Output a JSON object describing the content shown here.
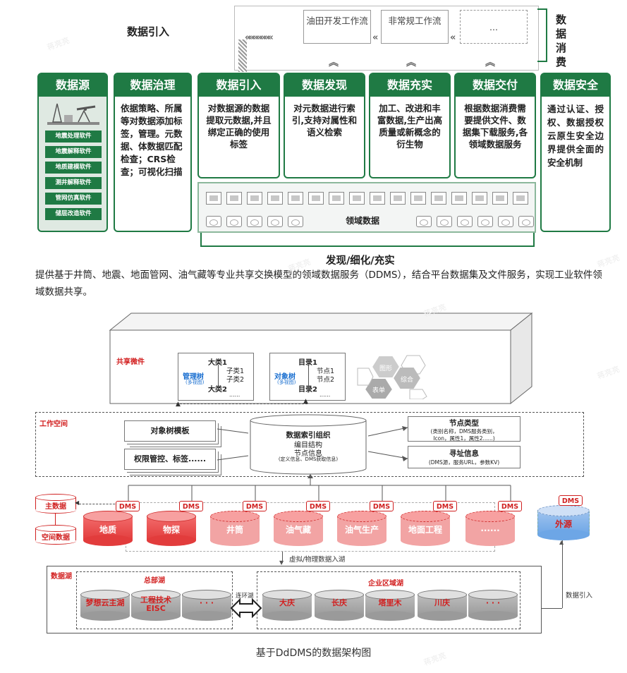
{
  "top": {
    "label_top": "数据引入",
    "label_consume": "数据消费",
    "label_bottom": "发现/细化/充实",
    "flows": [
      "油田开发工作流",
      "非常规工作流",
      "..."
    ],
    "source": {
      "title": "数据源",
      "items": [
        "地震处理软件",
        "地震解释软件",
        "地质建模软件",
        "测井解释软件",
        "管网仿真软件",
        "储层改造软件"
      ]
    },
    "pillars": [
      {
        "title": "数据治理",
        "text": "依据策略、所属等对数据添加标签，管理。元数据、体数据匹配检查；CRS检查；可视化扫描"
      },
      {
        "title": "数据引入",
        "text": "对数据源的数据提取元数据,并且绑定正确的使用标签"
      },
      {
        "title": "数据发现",
        "text": "对元数据进行索引,支持对属性和语义检索"
      },
      {
        "title": "数据充实",
        "text": "加工、改进和丰富数据,生产出高质量或新概念的衍生物"
      },
      {
        "title": "数据交付",
        "text": "根据数据消费需要提供文件、数据集下载服务,各领域数据服务"
      },
      {
        "title": "数据安全",
        "text": "通过认证、授权、数据授权云原生安全边界提供全面的安全机制"
      }
    ],
    "domain_label": "领域数据"
  },
  "paragraph": "提供基于井筒、地震、地面管网、油气藏等专业共享交换模型的领域数据服务（DDMS），结合平台数据集及文件服务，实现工业软件领域数据共享。",
  "arch": {
    "shared": {
      "title": "共享微件",
      "mgmt_tree": {
        "name": "管理树",
        "sub": "(多视图)",
        "cat1": "大类1",
        "sub1": "子类1",
        "sub2": "子类2",
        "cat2": "大类2",
        "more": "......"
      },
      "obj_tree": {
        "name": "对象树",
        "sub": "(多视图)",
        "dir1": "目录1",
        "node1": "节点1",
        "node2": "节点2",
        "dir2": "目录2",
        "more": "......"
      },
      "hex": [
        "图形",
        "综合",
        "表单"
      ]
    },
    "workspace": {
      "title": "工作空间",
      "template": "对象树模板",
      "perm": "权限管控、标签......",
      "index_title": "数据索引组织",
      "index_l1": "编目结构",
      "index_l2": "节点信息",
      "index_l3": "(定义信息、DMS获取信息)",
      "node_type_title": "节点类型",
      "node_type_l1": "(类别名称，DMS服务类别，",
      "node_type_l2": "Icon，属性1，属性2......)",
      "addr_title": "寻址信息",
      "addr_l1": "(DMS源，服务URL，参数KV)"
    },
    "master": "主数据",
    "spatial": "空间数据",
    "dms": "DMS",
    "domains": [
      "地质",
      "物探",
      "井筒",
      "油气藏",
      "油气生产",
      "地面工程",
      "......"
    ],
    "external": "外源",
    "ingest_virtual": "虚拟/物理数据入湖",
    "ingest": "数据引入",
    "lake": {
      "title": "数据湖",
      "hq": "总部湖",
      "hq_items": [
        "梦想云主湖",
        "工程技术\nEISC",
        "· · ·"
      ],
      "link": "连环湖",
      "ent": "企业区域湖",
      "ent_items": [
        "大庆",
        "长庆",
        "塔里木",
        "川庆",
        "· · ·"
      ]
    }
  },
  "caption": "基于DdDMS的数据架构图",
  "watermark": "蒋亮亮"
}
